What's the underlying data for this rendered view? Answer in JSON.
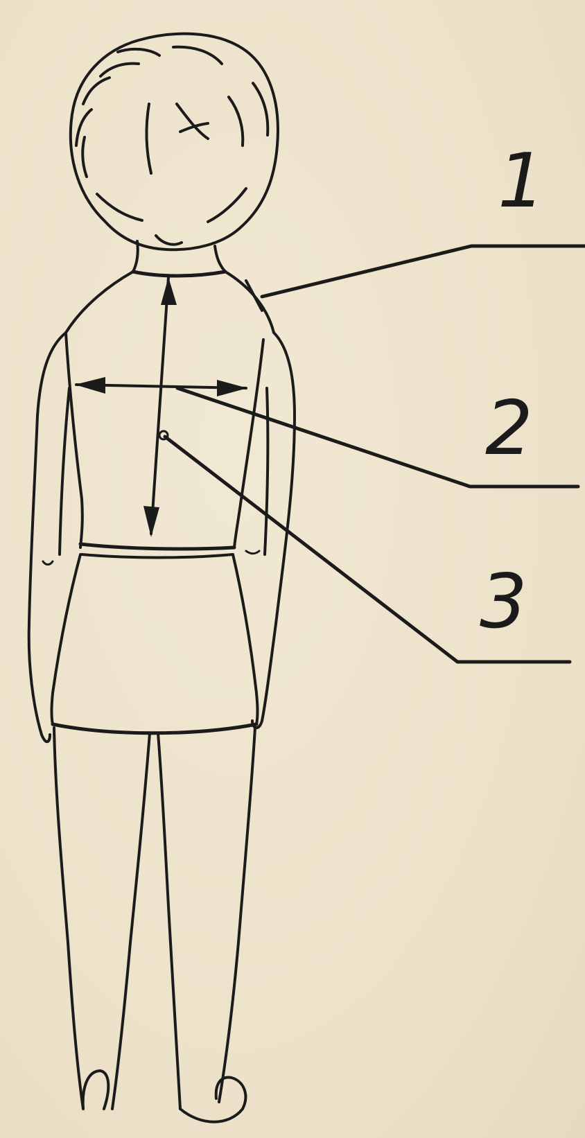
{
  "callouts": [
    {
      "label": "1"
    },
    {
      "label": "2"
    },
    {
      "label": "3"
    }
  ],
  "style": {
    "ink_color": "#1b1b1b",
    "paper_color": "#efe5cf"
  }
}
